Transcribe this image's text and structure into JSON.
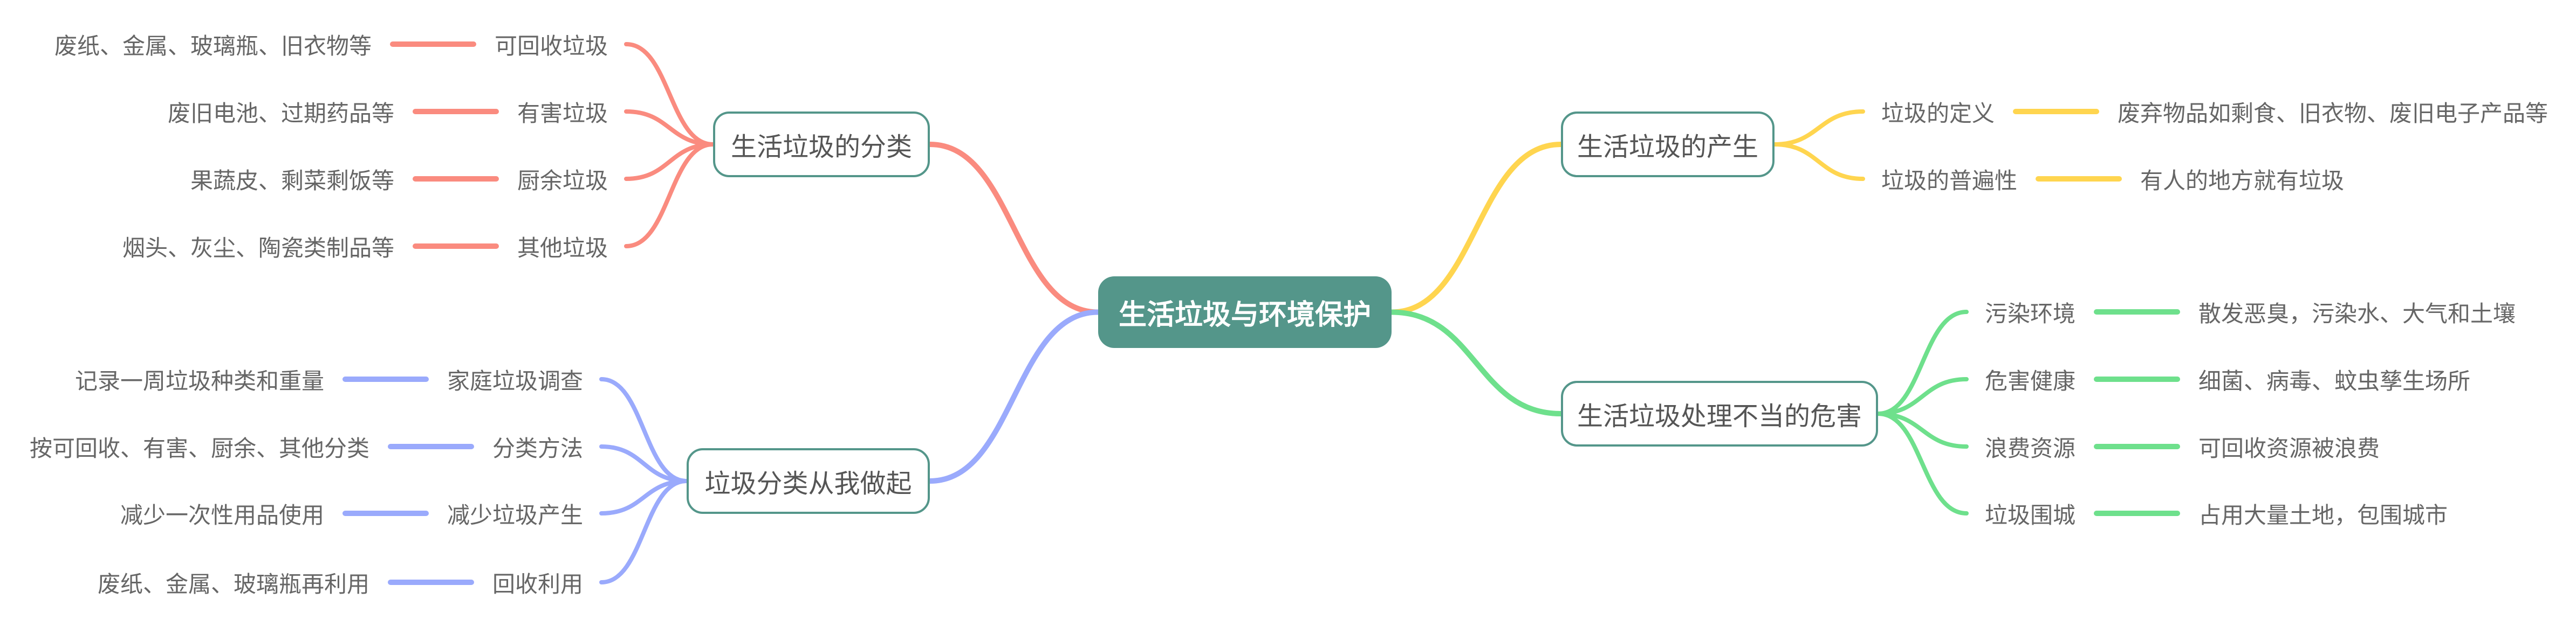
{
  "center": {
    "label": "生活垃圾与环境保护",
    "color": "#54968a"
  },
  "branches": [
    {
      "id": "classification",
      "label": "生活垃圾的分类",
      "side": "left",
      "color": "#fa8b7f",
      "leaves": [
        {
          "label": "可回收垃圾",
          "desc": "废纸、金属、玻璃瓶、旧衣物等"
        },
        {
          "label": "有害垃圾",
          "desc": "废旧电池、过期药品等"
        },
        {
          "label": "厨余垃圾",
          "desc": "果蔬皮、剩菜剩饭等"
        },
        {
          "label": "其他垃圾",
          "desc": "烟头、灰尘、陶瓷类制品等"
        }
      ]
    },
    {
      "id": "start-with-me",
      "label": "垃圾分类从我做起",
      "side": "left",
      "color": "#9aaafc",
      "leaves": [
        {
          "label": "家庭垃圾调查",
          "desc": "记录一周垃圾种类和重量"
        },
        {
          "label": "分类方法",
          "desc": "按可回收、有害、厨余、其他分类"
        },
        {
          "label": "减少垃圾产生",
          "desc": "减少一次性用品使用"
        },
        {
          "label": "回收利用",
          "desc": "废纸、金属、玻璃瓶再利用"
        }
      ]
    },
    {
      "id": "generation",
      "label": "生活垃圾的产生",
      "side": "right",
      "color": "#ffd54f",
      "leaves": [
        {
          "label": "垃圾的定义",
          "desc": "废弃物品如剩食、旧衣物、废旧电子产品等"
        },
        {
          "label": "垃圾的普遍性",
          "desc": "有人的地方就有垃圾"
        }
      ]
    },
    {
      "id": "hazards",
      "label": "生活垃圾处理不当的危害",
      "side": "right",
      "color": "#6ee08c",
      "leaves": [
        {
          "label": "污染环境",
          "desc": "散发恶臭，污染水、大气和土壤"
        },
        {
          "label": "危害健康",
          "desc": "细菌、病毒、蚊虫孳生场所"
        },
        {
          "label": "浪费资源",
          "desc": "可回收资源被浪费"
        },
        {
          "label": "垃圾围城",
          "desc": "占用大量土地，包围城市"
        }
      ]
    }
  ]
}
